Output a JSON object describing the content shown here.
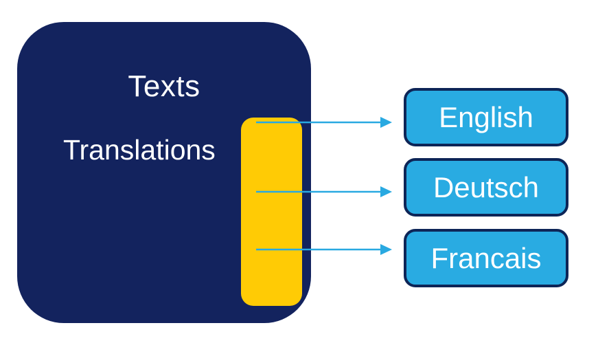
{
  "diagram": {
    "source_panel": {
      "title": "Texts",
      "sublabel": "Translations"
    },
    "languages": [
      {
        "id": "english",
        "label": "English"
      },
      {
        "id": "deutsch",
        "label": "Deutsch"
      },
      {
        "id": "francais",
        "label": "Francais"
      }
    ],
    "icons": [
      {
        "name": "arrow-right-icon",
        "count": 3
      }
    ],
    "colors": {
      "page_bg": "#FFFFFF",
      "panel_navy": "#13235E",
      "bar_yellow": "#FFCB05",
      "box_blue": "#29ABE2",
      "box_border_navy": "#0D2557",
      "arrow_cyan": "#29A9E1",
      "text_white": "#FFFFFF"
    }
  }
}
